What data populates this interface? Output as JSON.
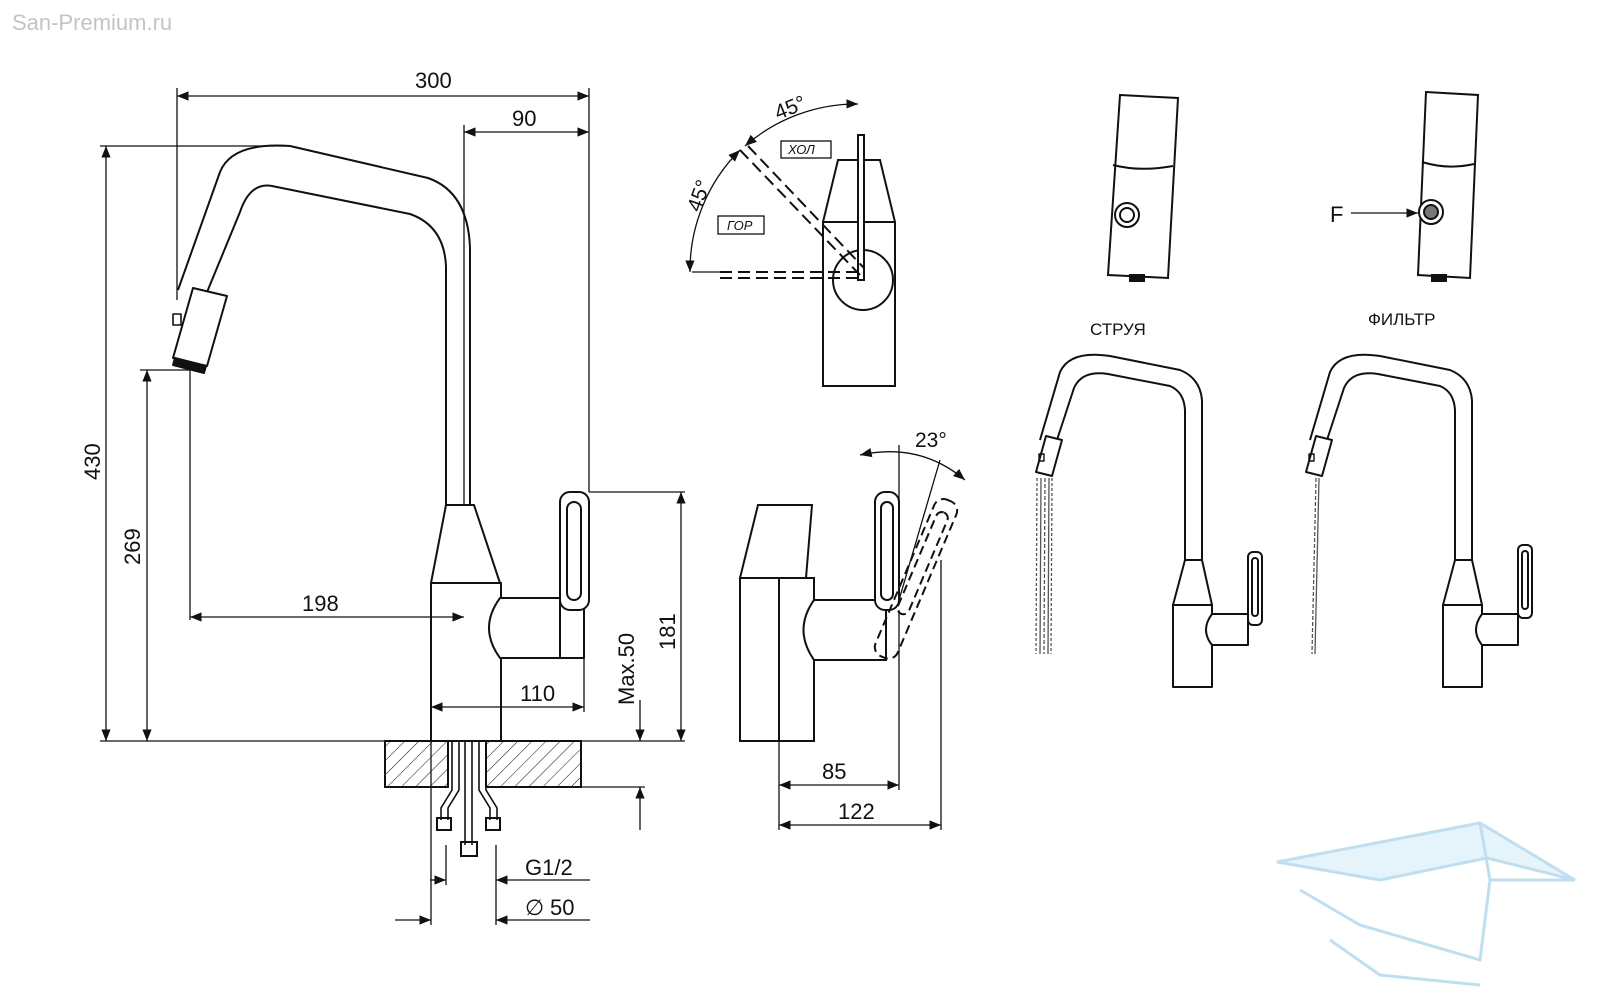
{
  "watermark": "San-Premium.ru",
  "dimensions": {
    "overall_width": "300",
    "spout_offset": "90",
    "height_total": "430",
    "spout_height": "269",
    "spout_reach": "198",
    "handle_reach": "110",
    "max_deck": "Max.50",
    "handle_height": "181",
    "side_depth": "85",
    "side_total": "122",
    "thread": "G1/2",
    "hole_diameter": "50",
    "diameter_symbol": "∅"
  },
  "angles": {
    "hot_angle": "45°",
    "cold_angle": "45°",
    "tilt_angle": "23°"
  },
  "labels": {
    "hot": "ГОР",
    "cold": "ХОЛ",
    "stream": "СТРУЯ",
    "filter": "ФИЛЬТР",
    "filter_button": "F"
  },
  "colors": {
    "line": "#111111",
    "watermark_logo": "#b9dcef",
    "watermark_text": "#c4c4c4"
  }
}
